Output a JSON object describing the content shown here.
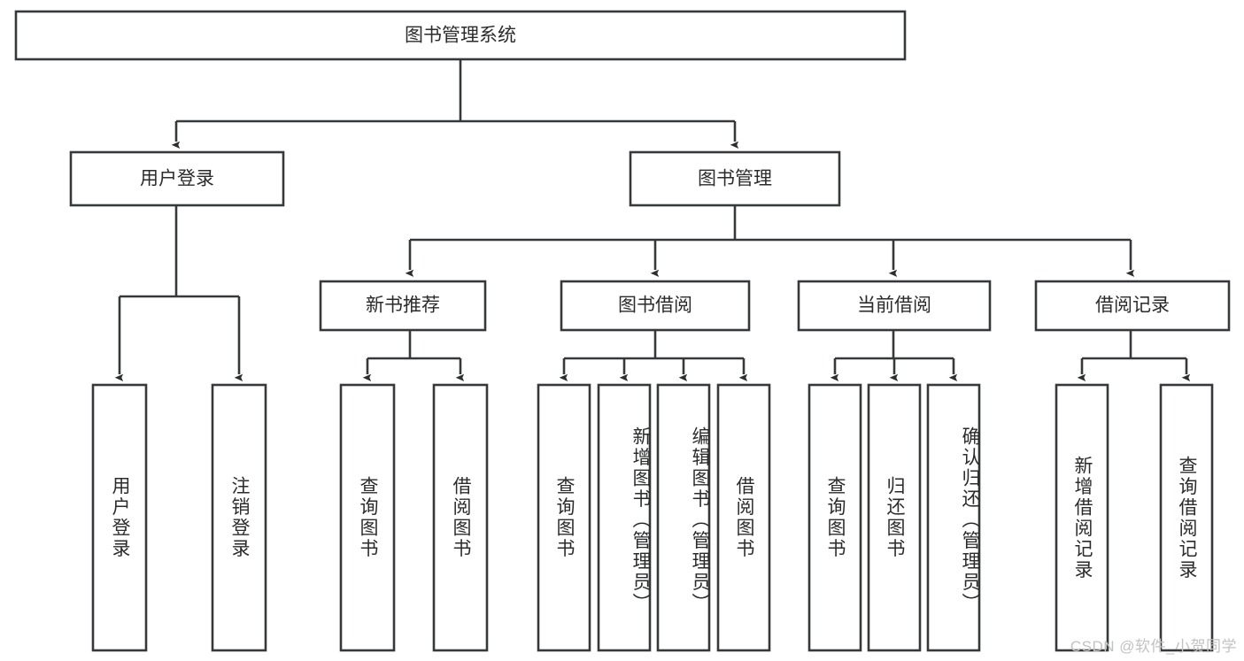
{
  "diagram": {
    "title": "图书管理系统",
    "type": "tree-hierarchy",
    "watermark": "CSDN @软件_小贺同学",
    "colors": {
      "border": "#36383a",
      "fill": "#ffffff",
      "text": "#2b2b2b",
      "watermark": "#c2c2c2"
    },
    "root": {
      "label": "图书管理系统"
    },
    "level2": [
      {
        "label": "用户登录"
      },
      {
        "label": "图书管理"
      }
    ],
    "level3": [
      {
        "label": "新书推荐"
      },
      {
        "label": "图书借阅"
      },
      {
        "label": "当前借阅"
      },
      {
        "label": "借阅记录"
      }
    ],
    "leaves": {
      "user_login": [
        {
          "label": "用户登录"
        },
        {
          "label": "注销登录"
        }
      ],
      "new_book_recommend": [
        {
          "label": "查询图书"
        },
        {
          "label": "借阅图书"
        }
      ],
      "book_borrow": [
        {
          "label": "查询图书"
        },
        {
          "label": "新增图书（管理员）"
        },
        {
          "label": "编辑图书（管理员）"
        },
        {
          "label": "借阅图书"
        }
      ],
      "current_borrow": [
        {
          "label": "查询图书"
        },
        {
          "label": "归还图书"
        },
        {
          "label": "确认归还（管理员）"
        }
      ],
      "borrow_record": [
        {
          "label": "新增借阅记录"
        },
        {
          "label": "查询借阅记录"
        }
      ]
    }
  }
}
